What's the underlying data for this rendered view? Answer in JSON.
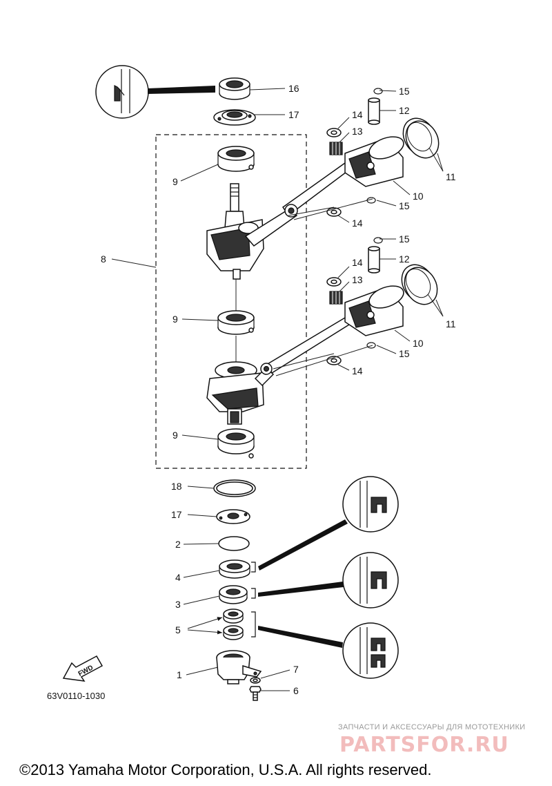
{
  "figure_code": "63V0110-1030",
  "fwd_label": "FWD",
  "copyright": "©2013 Yamaha Motor Corporation, U.S.A. All rights reserved.",
  "watermark": {
    "tagline": "ЗАПЧАСТИ И АКСЕССУАРЫ ДЛЯ МОТОТЕХНИКИ",
    "brand": "PARTSFOR.RU"
  },
  "callouts": {
    "c16": "16",
    "c17a": "17",
    "c15a": "15",
    "c12a": "12",
    "c14a": "14",
    "c13a": "13",
    "c11a": "11",
    "c10a": "10",
    "c15b": "15",
    "c14b": "14",
    "c9a": "9",
    "c8": "8",
    "c15c": "15",
    "c12b": "12",
    "c14c": "14",
    "c13b": "13",
    "c11b": "11",
    "c10b": "10",
    "c15d": "15",
    "c14d": "14",
    "c9b": "9",
    "c9c": "9",
    "c18": "18",
    "c17b": "17",
    "c2": "2",
    "c4": "4",
    "c3": "3",
    "c5": "5",
    "c1": "1",
    "c7": "7",
    "c6": "6"
  }
}
